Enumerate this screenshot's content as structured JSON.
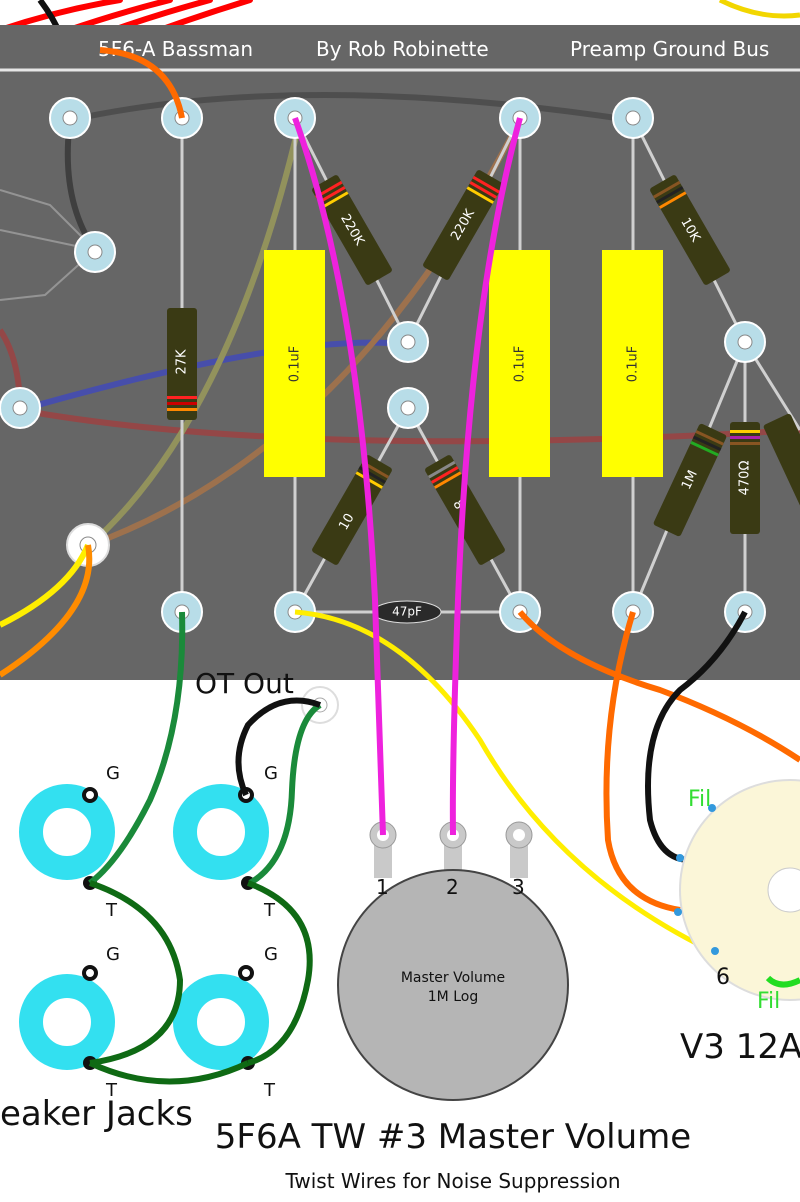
{
  "header": {
    "title_left": "5F6-A Bassman",
    "title_mid": "By Rob Robinette",
    "title_right": "Preamp Ground Bus"
  },
  "components": {
    "r_27k": "27K",
    "r_220k_a": "220K",
    "r_220k_b": "220K",
    "r_10k": "10K",
    "r_1m": "1M",
    "r_470": "470Ω",
    "r_100k": "10",
    "r_82k": "8",
    "cap_a": "0.1uF",
    "cap_b": "0.1uF",
    "cap_c": "0.1uF",
    "cap_47pf": "47pF"
  },
  "labels": {
    "ot_out": "OT Out",
    "jack_g": "G",
    "jack_t": "T",
    "speaker_jacks": "eaker Jacks",
    "pot_pin1": "1",
    "pot_pin2": "2",
    "pot_pin3": "3",
    "pot_name": "Master Volume",
    "pot_value": "1M Log",
    "fil_top": "Fil",
    "fil_bottom": "Fil",
    "tube_pin6": "6",
    "tube_name": "V3  12A",
    "main_title": "5F6A TW #3 Master Volume",
    "subtitle": "Twist Wires for Noise Suppression"
  },
  "colors": {
    "board": "#666666",
    "turret_ring": "#b8dde8",
    "capacitor": "#ffff00",
    "resistor_body": "#3a3a14",
    "jack": "#33e0f0",
    "pot_body": "#b5b5b5",
    "magenta_wire": "#ee22dd",
    "green_wire": "#1a8a3a",
    "dark_green_wire": "#0f6a14",
    "black_wire": "#111111",
    "orange_wire": "#ff6a00",
    "yellow_wire": "#ffee00",
    "red_wire": "#ff0000"
  }
}
